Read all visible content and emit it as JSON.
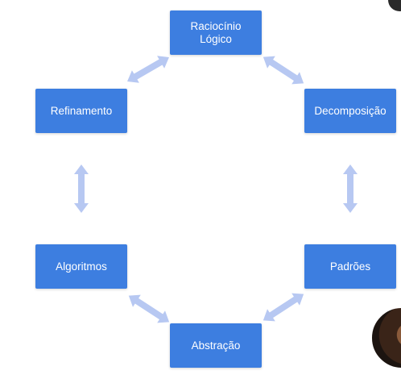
{
  "diagram": {
    "nodes": {
      "raciocinio": "Raciocínio\nLógico",
      "refinamento": "Refinamento",
      "decomposicao": "Decomposição",
      "algoritmos": "Algoritmos",
      "padroes": "Padrões",
      "abstracao": "Abstração"
    },
    "colors": {
      "node_fill": "#3d7ee0",
      "node_text": "#ffffff",
      "arrow_fill": "#b7c8f2"
    },
    "icons": {
      "arrow": "double-arrow-icon"
    }
  }
}
